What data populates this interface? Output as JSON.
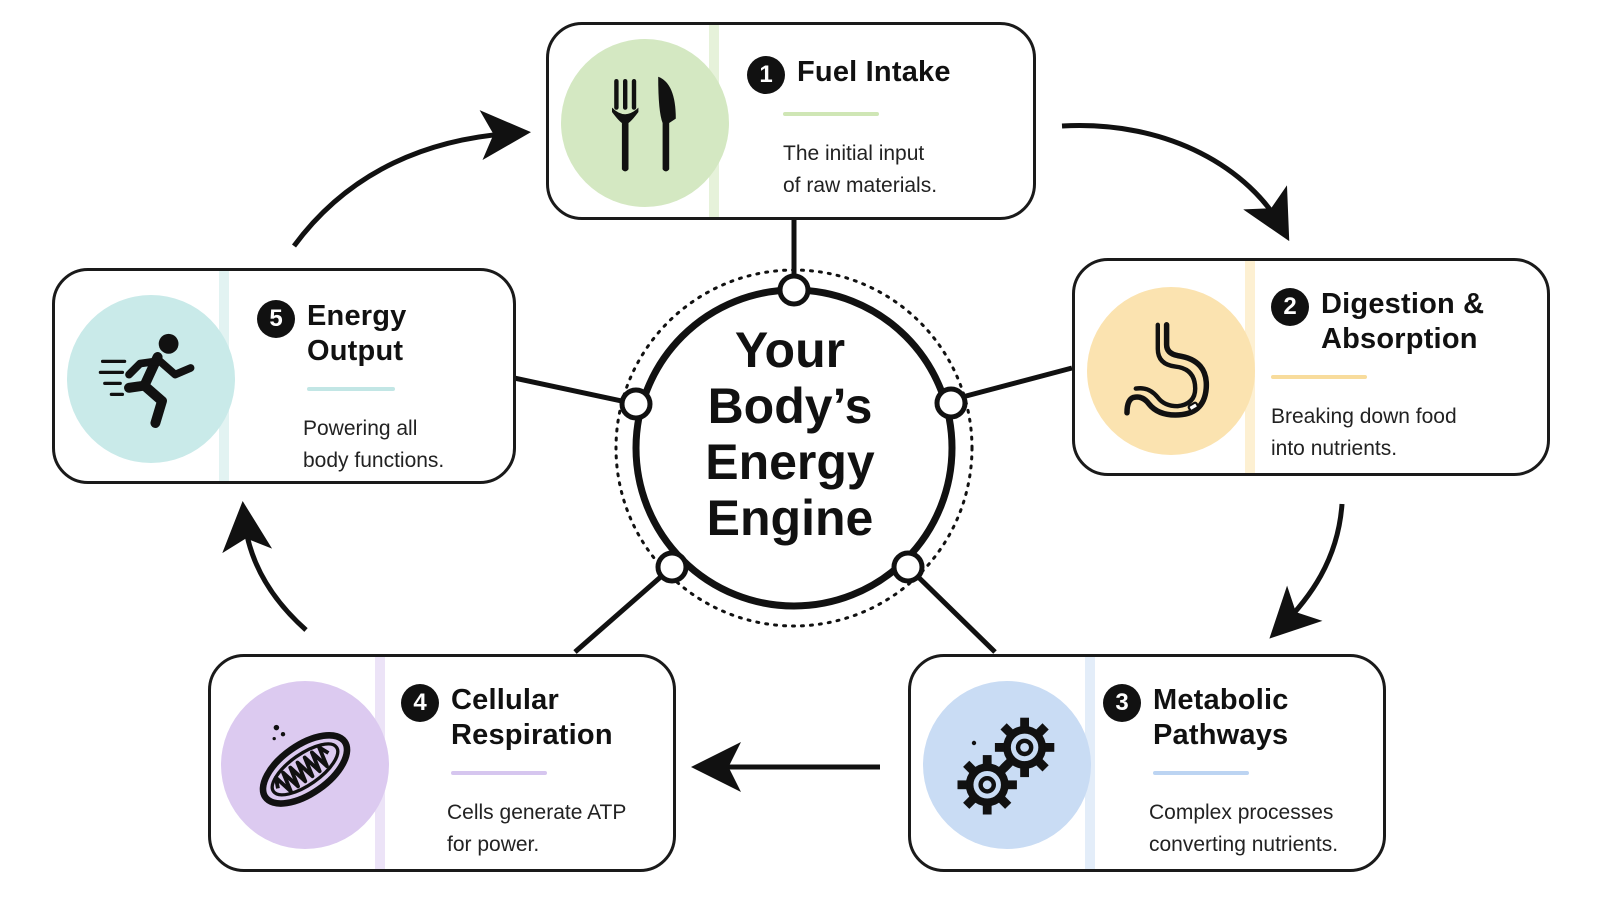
{
  "center": {
    "lines": [
      "Your",
      "Body’s",
      "Energy",
      "Engine"
    ]
  },
  "steps": [
    {
      "number": "1",
      "title_lines": [
        "Fuel Intake"
      ],
      "desc_lines": [
        "The initial input",
        "of raw materials."
      ],
      "icon": "fork-knife-icon",
      "color": "#d4e8c2",
      "underline_color": "#cfe6b5"
    },
    {
      "number": "2",
      "title_lines": [
        "Digestion &",
        "Absorption"
      ],
      "desc_lines": [
        "Breaking down food",
        "into nutrients."
      ],
      "icon": "stomach-icon",
      "color": "#fbe3b0",
      "underline_color": "#f8dc9c"
    },
    {
      "number": "3",
      "title_lines": [
        "Metabolic",
        "Pathways"
      ],
      "desc_lines": [
        "Complex processes",
        "converting nutrients."
      ],
      "icon": "gears-icon",
      "color": "#c9dcf4",
      "underline_color": "#bcd4f2"
    },
    {
      "number": "4",
      "title_lines": [
        "Cellular",
        "Respiration"
      ],
      "desc_lines": [
        "Cells generate ATP",
        "for power."
      ],
      "icon": "mitochondria-icon",
      "color": "#dccaf0",
      "underline_color": "#d6c6ef"
    },
    {
      "number": "5",
      "title_lines": [
        "Energy",
        "Output"
      ],
      "desc_lines": [
        "Powering all",
        "body functions."
      ],
      "icon": "running-person-icon",
      "color": "#c9eae9",
      "underline_color": "#c2e6e5"
    }
  ]
}
